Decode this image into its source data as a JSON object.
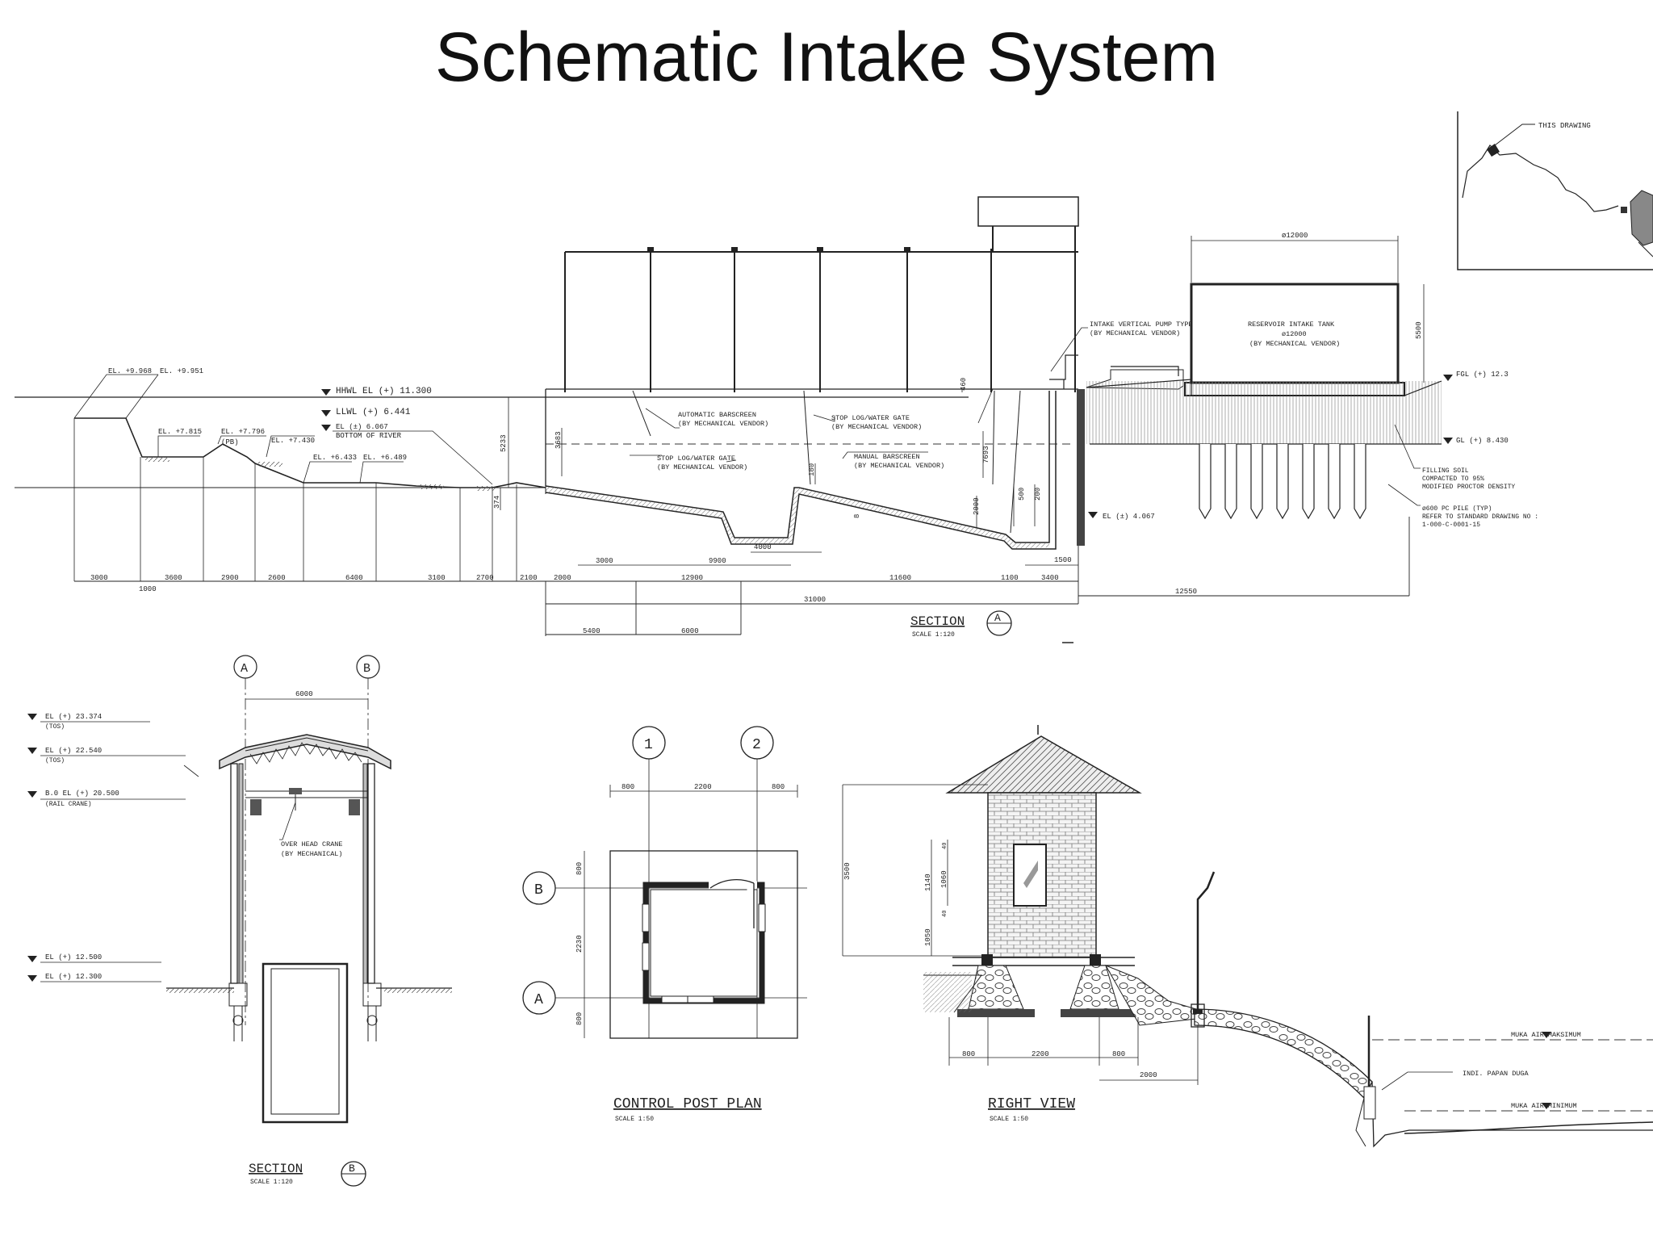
{
  "title": "Schematic Intake System",
  "key_plan": {
    "label": "THIS DRAWING"
  },
  "section_a": {
    "elevations": [
      "EL. +9.968",
      "EL. +9.951",
      "EL. +7.815",
      "EL. +7.796",
      "(PB)",
      "EL. +7.430",
      "EL. +6.433",
      "EL. +6.489"
    ],
    "water_levels": [
      "HHWL EL (+) 11.300",
      "LLWL (+) 6.441",
      "EL (±) 6.067",
      "BOTTOM OF RIVER"
    ],
    "notes": {
      "auto_barscreen": [
        "AUTOMATIC BARSCREEN",
        "(BY MECHANICAL VENDOR)"
      ],
      "stoplog1": [
        "STOP LOG/WATER GATE",
        "(BY MECHANICAL VENDOR)"
      ],
      "stoplog2": [
        "STOP LOG/WATER GATE",
        "(BY MECHANICAL VENDOR)"
      ],
      "manual_barscreen": [
        "MANUAL BARSCREEN",
        "(BY MECHANICAL VENDOR)"
      ],
      "pump": [
        "INTAKE VERTICAL PUMP TYPE",
        "(BY MECHANICAL VENDOR)"
      ],
      "tank": [
        "RESERVOIR INTAKE TANK",
        "ø12000",
        "(BY MECHANICAL VENDOR)"
      ],
      "fill": [
        "FILLING SOIL",
        "COMPACTED TO 95%",
        "MODIFIED PROCTOR DENSITY"
      ],
      "pile": [
        "ø600 PC PILE (TYP)",
        "REFER TO STANDARD DRAWING NO :",
        "1-000-C-0001-15"
      ]
    },
    "fgl": "FGL (+) 12.3",
    "gl": "GL (+) 8.430",
    "el_bottom": "EL (±) 4.067",
    "tank_dim": "ø12000",
    "dim_bottom": [
      "3000",
      "1000",
      "3600",
      "2900",
      "2600",
      "6400",
      "3100",
      "2700",
      "2100",
      "2000",
      "12900",
      "11600",
      "1100",
      "3400"
    ],
    "dim_inner": [
      "3000",
      "9900",
      "4000",
      "1500"
    ],
    "dim_vertical": [
      "5233",
      "3683",
      "374",
      "180",
      "460",
      "7693",
      "2000",
      "500",
      "200",
      "5500",
      "8"
    ],
    "dim_total": "31000",
    "dim_right": "12550",
    "dim_lower": [
      "5400",
      "6000"
    ],
    "label": "SECTION",
    "scale": "SCALE 1:120",
    "marker": "A"
  },
  "section_b": {
    "grids": [
      "A",
      "B"
    ],
    "dim": "6000",
    "levels": [
      {
        "el": "EL (+) 23.374",
        "sub": "(TOS)"
      },
      {
        "el": "EL (+) 22.540",
        "sub": "(TOS)"
      },
      {
        "el": "B.0 EL (+) 20.500",
        "sub": "(RAIL CRANE)"
      },
      {
        "el": "EL (+) 12.500",
        "sub": ""
      },
      {
        "el": "EL (+) 12.300",
        "sub": ""
      }
    ],
    "crane_note": [
      "OVER HEAD CRANE",
      "(BY MECHANICAL)"
    ],
    "label": "SECTION",
    "scale": "SCALE 1:120",
    "marker": "B"
  },
  "control_post": {
    "grids_top": [
      "1",
      "2"
    ],
    "grids_side": [
      "B",
      "A"
    ],
    "dims_top": [
      "800",
      "2200",
      "800"
    ],
    "dims_side": [
      "800",
      "2230",
      "800"
    ],
    "label": "CONTROL POST PLAN",
    "scale": "SCALE 1:50"
  },
  "right_view": {
    "dims_bottom": [
      "800",
      "2200",
      "800"
    ],
    "dim_2000": "2000",
    "dims_vertical": [
      "3500",
      "1140",
      "1060",
      "40",
      "40",
      "1050"
    ],
    "notes": [
      "MUKA AIR MAKSIMUM",
      "MUKA AIR MINIMUM",
      "INDI. PAPAN DUGA"
    ],
    "label": "RIGHT VIEW",
    "scale": "SCALE 1:50"
  }
}
